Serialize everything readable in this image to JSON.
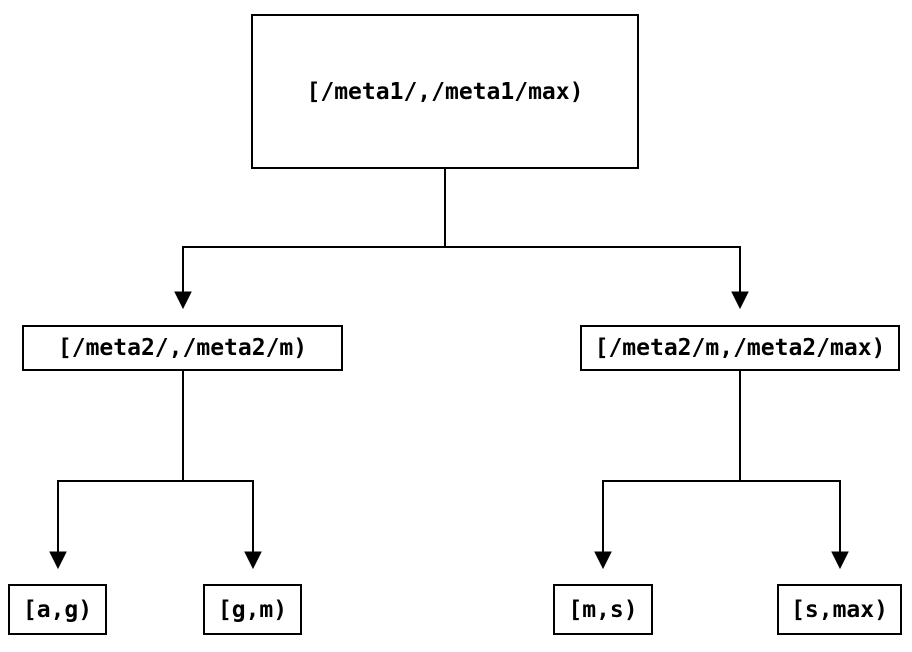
{
  "diagram": {
    "type": "binary-partition-tree",
    "colors": {
      "line": "#000000",
      "box_border": "#000000",
      "box_fill": "#ffffff",
      "text": "#000000",
      "background": "#ffffff"
    },
    "root": {
      "label": "[/meta1/,/meta1/max)",
      "children": [
        {
          "label": "[/meta2/,/meta2/m)",
          "children": [
            {
              "label": "[a,g)"
            },
            {
              "label": "[g,m)"
            }
          ]
        },
        {
          "label": "[/meta2/m,/meta2/max)",
          "children": [
            {
              "label": "[m,s)"
            },
            {
              "label": "[s,max)"
            }
          ]
        }
      ]
    }
  }
}
